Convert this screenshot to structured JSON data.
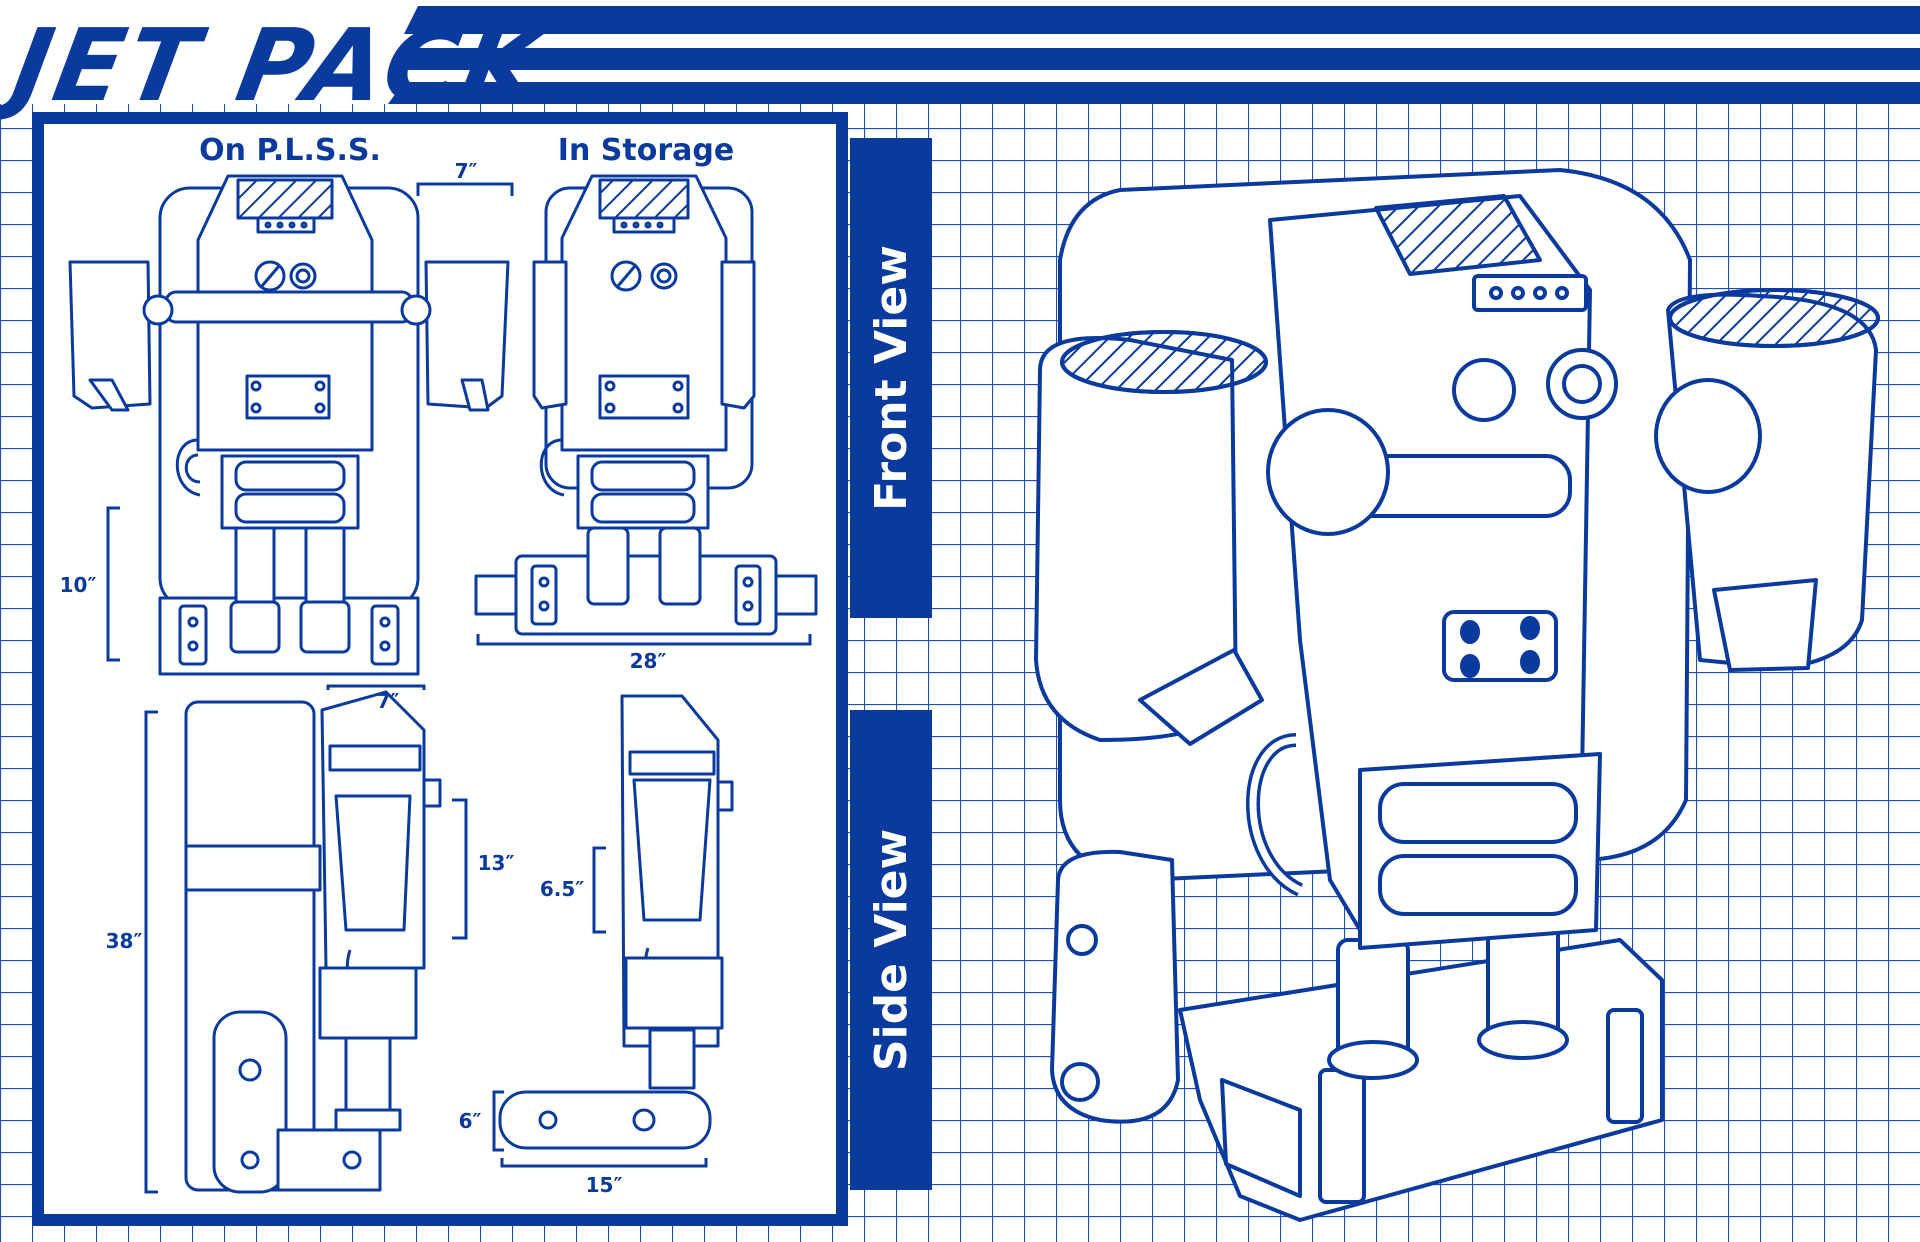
{
  "header": {
    "title": "JET PACK"
  },
  "colors": {
    "ink": "#0a3a9e",
    "band": "#0a3a9e",
    "grid": "#1f4fb3",
    "paper": "#ffffff"
  },
  "panel": {
    "front_left_caption": "On P.L.S.S.",
    "front_right_caption": "In Storage"
  },
  "dimensions": {
    "top_width": "7″",
    "front_height": "10″",
    "front_width": "28″",
    "side_top": "7″",
    "side_mid": "13″",
    "side_total": "38″",
    "side_storage_mid": "6.5″",
    "side_storage_base": "6″",
    "side_storage_width": "15″"
  },
  "side_tabs": {
    "front": "Front View",
    "side": "Side View"
  }
}
